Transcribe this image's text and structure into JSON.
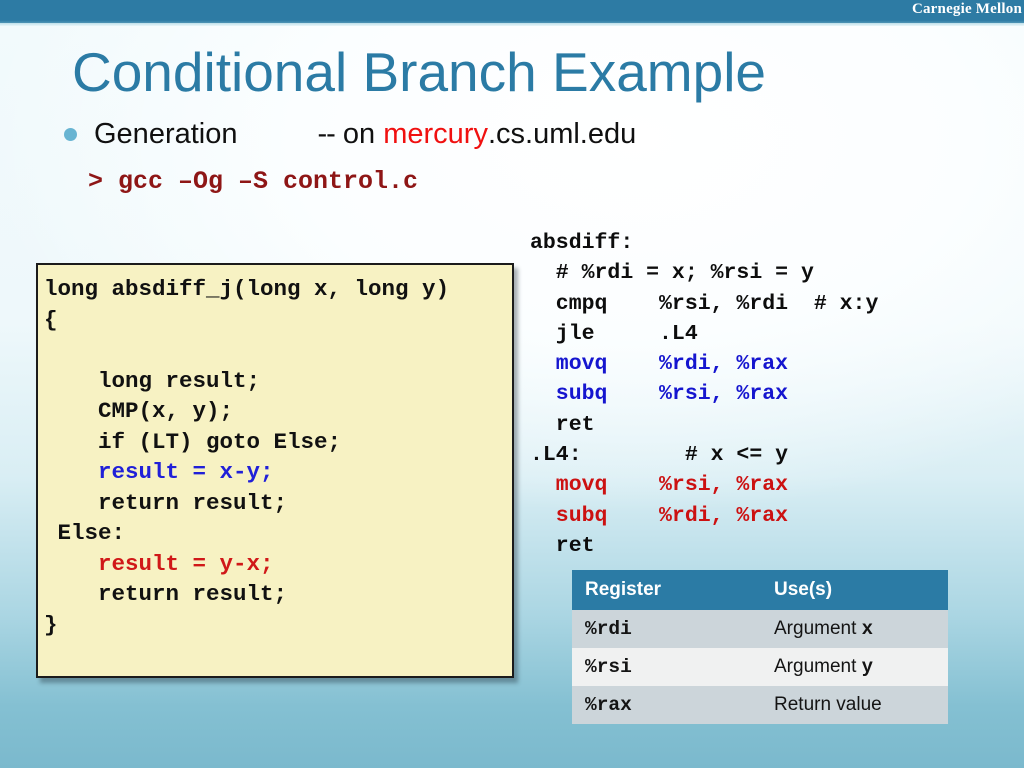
{
  "banner": {
    "institution": "Carnegie Mellon"
  },
  "title": "Conditional Branch Example",
  "bullet": {
    "label": "Generation",
    "dashes": "--",
    "on_word": "on",
    "host": "mercury",
    "domain": ".cs.uml.edu"
  },
  "command": {
    "text": "> gcc –Og –S control.c"
  },
  "c_code": {
    "lines": [
      {
        "text": "long absdiff_j(long x, long y)",
        "color": "black"
      },
      {
        "text": "{",
        "color": "black"
      },
      {
        "text": "",
        "color": "black"
      },
      {
        "text": "    long result;",
        "color": "black"
      },
      {
        "text": "    CMP(x, y);",
        "color": "black"
      },
      {
        "text": "    if (LT) goto Else;",
        "color": "black"
      },
      {
        "text": "    result = x-y;",
        "color": "blue"
      },
      {
        "text": "    return result;",
        "color": "black"
      },
      {
        "text": " Else:",
        "color": "black"
      },
      {
        "text": "    result = y-x;",
        "color": "red"
      },
      {
        "text": "    return result;",
        "color": "black"
      },
      {
        "text": "}",
        "color": "black"
      }
    ]
  },
  "asm_code": {
    "lines": [
      {
        "text": "absdiff:",
        "color": "black"
      },
      {
        "text": "  # %rdi = x; %rsi = y",
        "color": "black"
      },
      {
        "text": "  cmpq    %rsi, %rdi  # x:y",
        "color": "black"
      },
      {
        "text": "  jle     .L4",
        "color": "black"
      },
      {
        "text": "  movq    %rdi, %rax",
        "color": "blue"
      },
      {
        "text": "  subq    %rsi, %rax",
        "color": "blue"
      },
      {
        "text": "  ret",
        "color": "black"
      },
      {
        "text": ".L4:        # x <= y",
        "color": "black"
      },
      {
        "text": "  movq    %rsi, %rax",
        "color": "red"
      },
      {
        "text": "  subq    %rdi, %rax",
        "color": "red"
      },
      {
        "text": "  ret",
        "color": "black"
      }
    ]
  },
  "register_table": {
    "headers": [
      "Register",
      "Use(s)"
    ],
    "rows": [
      {
        "register": "%rdi",
        "use_prefix": "Argument ",
        "use_var": "x"
      },
      {
        "register": "%rsi",
        "use_prefix": "Argument ",
        "use_var": "y"
      },
      {
        "register": "%rax",
        "use_prefix": "Return value",
        "use_var": ""
      }
    ]
  },
  "colors": {
    "banner_blue": "#2d7ba4",
    "title_blue": "#2b7ba5",
    "bullet_blue": "#68b4d2",
    "command_maroon": "#8e1616",
    "code_bg": "#f7f2c3",
    "code_blue": "#2020d8",
    "code_red": "#d01818",
    "asm_blue": "#1515cf",
    "asm_red": "#cc1111",
    "host_red": "#f01010",
    "table_header_bg": "#2b7ba5",
    "table_band_a": "#ccd5da",
    "table_band_b": "#f0f1f1"
  }
}
